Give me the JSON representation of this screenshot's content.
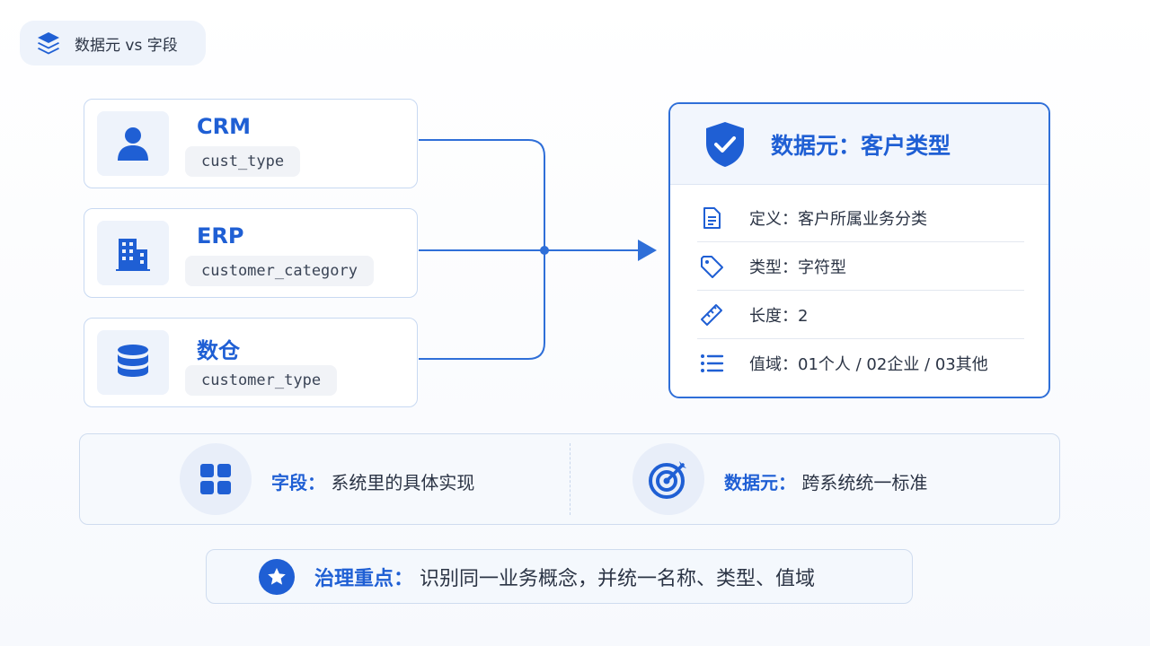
{
  "header": {
    "title": "数据元 vs 字段",
    "icon": "layers-icon"
  },
  "sources": [
    {
      "name": "CRM",
      "field": "cust_type",
      "icon": "user-icon"
    },
    {
      "name": "ERP",
      "field": "customer_category",
      "icon": "building-icon"
    },
    {
      "name": "数仓",
      "field": "customer_type",
      "icon": "database-icon"
    }
  ],
  "element": {
    "title": "数据元：客户类型",
    "icon": "shield-check-icon",
    "attributes": [
      {
        "text": "定义：客户所属业务分类",
        "icon": "document-icon"
      },
      {
        "text": "类型：字符型",
        "icon": "tag-icon"
      },
      {
        "text": "长度：2",
        "icon": "ruler-icon"
      },
      {
        "text": "值域：01个人 / 02企业 / 03其他",
        "icon": "list-icon"
      }
    ]
  },
  "definitions": {
    "field": {
      "key": "字段：",
      "value": "系统里的具体实现",
      "icon": "grid-icon"
    },
    "element": {
      "key": "数据元：",
      "value": "跨系统统一标准",
      "icon": "target-icon"
    }
  },
  "focus": {
    "key": "治理重点：",
    "value": "识别同一业务概念，并统一名称、类型、值域",
    "icon": "star-icon"
  },
  "colors": {
    "accent": "#1f5fd4",
    "border": "#c8d9f2",
    "panel": "#eef3fb"
  }
}
